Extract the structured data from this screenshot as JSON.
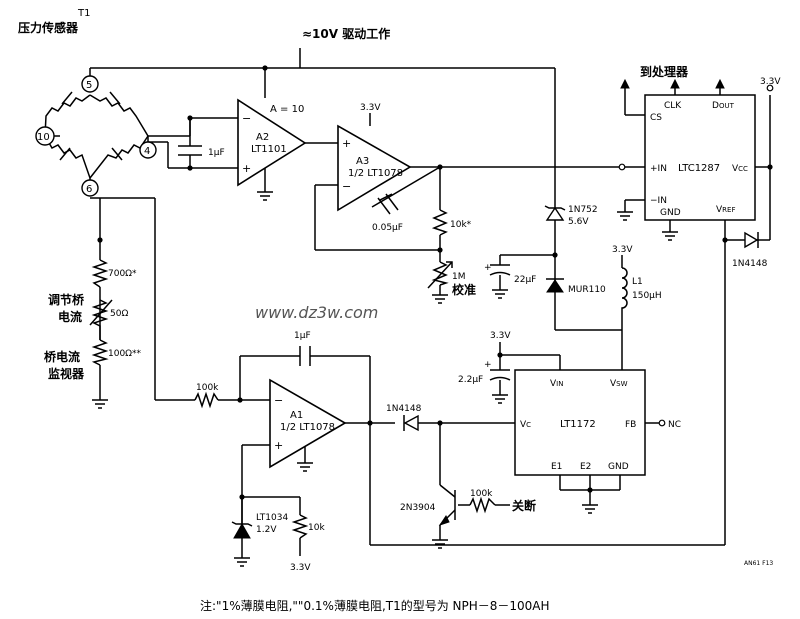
{
  "diagram": {
    "sensor_id": "T1",
    "sensor_label": "压力传感器",
    "drive_label": "≈10V 驱动工作",
    "bridge_nodes": [
      "5",
      "10",
      "4",
      "6"
    ],
    "a2": {
      "name": "A2",
      "part": "LT1101",
      "gain": "A = 10"
    },
    "a3": {
      "name": "A3",
      "part": "1/2 LT1078"
    },
    "a1": {
      "name": "A1",
      "part": "1/2 LT1078"
    },
    "supply": "3.3V",
    "plus": "+",
    "minus": "−",
    "c_in": "1μF",
    "c_fb": "0.05μF",
    "r_10k_star": "10k*",
    "r_1m": "1M",
    "label_calib": "校准",
    "label_adc_out": "到处理器",
    "adc": {
      "name": "LTC1287",
      "pins": {
        "cs": "CS",
        "clk": "CLK",
        "dout": "D",
        "dout_sub": "OUT",
        "vcc": "V",
        "vcc_sub": "CC",
        "in_p": "+IN",
        "in_n": "−IN",
        "gnd": "GND",
        "vref": "V",
        "vref_sub": "REF"
      }
    },
    "d_1n752": "1N752",
    "d_1n752_v": "5.6V",
    "c_22u": "22μF",
    "d_mur": "MUR110",
    "l1": "L1",
    "l1_val": "150μH",
    "d_1n4148": "1N4148",
    "r_700": "700Ω*",
    "r_50": "50Ω",
    "r_100": "100Ω**",
    "label_adjust_1": "调节桥",
    "label_adjust_2": "电流",
    "label_monitor_1": "桥电流",
    "label_monitor_2": "监视器",
    "r_100k": "100k",
    "c_1u": "1μF",
    "c_2u2": "2.2μF",
    "reg": {
      "name": "LT1172",
      "pins": {
        "vin": "V",
        "vin_sub": "IN",
        "vsw": "V",
        "vsw_sub": "SW",
        "vc": "V",
        "vc_sub": "C",
        "fb": "FB",
        "nc": "NC",
        "e1": "E1",
        "e2": "E2",
        "gnd": "GND"
      }
    },
    "q": "2N3904",
    "label_shutdown": "关断",
    "ref": "LT1034",
    "ref_v": "1.2V",
    "r_10k": "10k",
    "watermark": "www.dz3w.com",
    "tiny_code": "AN61 F13",
    "footnote": "注:\"1%薄膜电阻,\"\"0.1%薄膜电阻,T1的型号为 NPH－8－100AH"
  }
}
